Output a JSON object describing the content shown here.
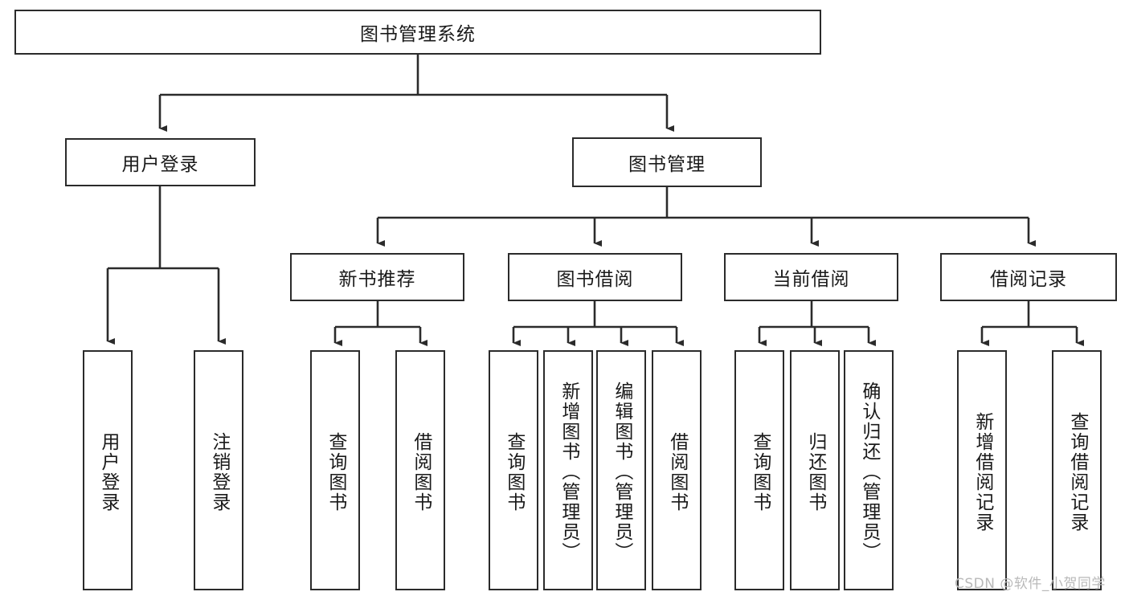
{
  "diagram": {
    "title": "图书管理系统",
    "watermark": "CSDN @软件_小贺同学",
    "root": {
      "label": "图书管理系统"
    },
    "level2": [
      {
        "label": "用户登录"
      },
      {
        "label": "图书管理"
      }
    ],
    "level3": [
      {
        "label": "新书推荐"
      },
      {
        "label": "图书借阅"
      },
      {
        "label": "当前借阅"
      },
      {
        "label": "借阅记录"
      }
    ],
    "leaves": {
      "user_login": [
        {
          "label": "用户登录"
        },
        {
          "label": "注销登录"
        }
      ],
      "new_book_recommend": [
        {
          "label": "查询图书"
        },
        {
          "label": "借阅图书"
        }
      ],
      "book_borrow": [
        {
          "label": "查询图书"
        },
        {
          "label": "新增图书（管理员）"
        },
        {
          "label": "编辑图书（管理员）"
        },
        {
          "label": "借阅图书"
        }
      ],
      "current_borrow": [
        {
          "label": "查询图书"
        },
        {
          "label": "归还图书"
        },
        {
          "label": "确认归还（管理员）"
        }
      ],
      "borrow_record": [
        {
          "label": "新增借阅记录"
        },
        {
          "label": "查询借阅记录"
        }
      ]
    },
    "colors": {
      "stroke": "#2b2b2b",
      "background": "#ffffff",
      "text": "#1a1a1a",
      "watermark": "#b9b9b9"
    }
  }
}
